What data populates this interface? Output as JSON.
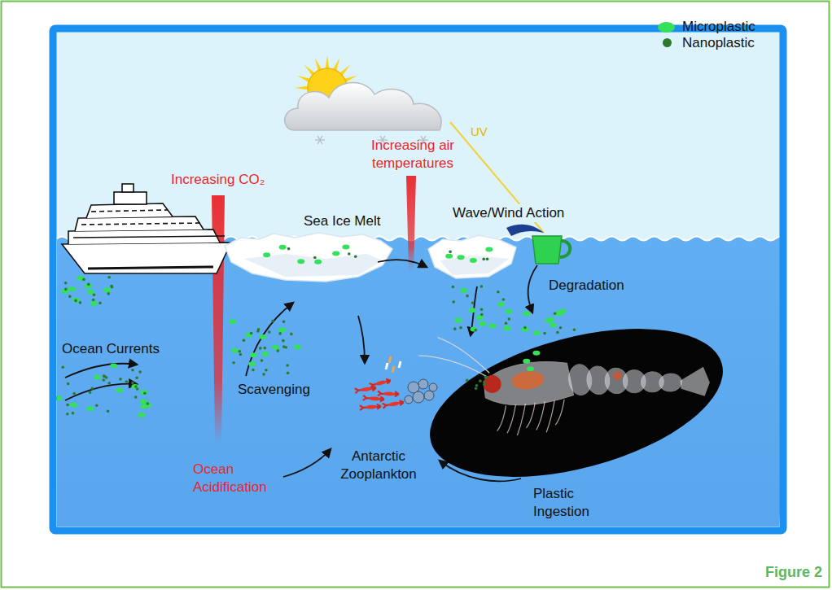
{
  "diagram": {
    "caption": "Figure 2",
    "labels": [
      "UV",
      "Increasing CO₂",
      "Increasing air temperatures",
      "Sea Ice Melt",
      "Wave/Wind Action",
      "Degradation",
      "Ocean Currents",
      "Scavenging",
      "Ocean Acidification",
      "Antarctic Zooplankton",
      "Plastic Ingestion"
    ],
    "legend": [
      {
        "text": "Microplastic",
        "color": "#35e05a"
      },
      {
        "text": "Nanoplastic",
        "color": "#2c7a2c"
      }
    ]
  }
}
